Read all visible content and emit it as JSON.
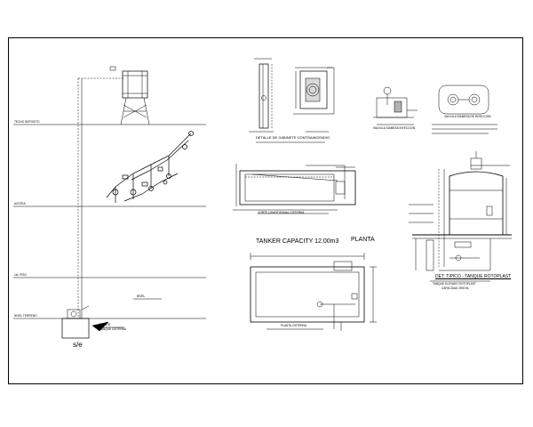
{
  "elevations": {
    "top": "TECHO DEPOSITO",
    "second": "AZOTEA",
    "third": "1er. PISO",
    "ground": "NIVEL TERRENO"
  },
  "side_label": "s/e",
  "ground_note": "NIVEL",
  "ground_callout_1": "PLANTA",
  "ground_callout_2": "TANQUE CISTERNA",
  "detalle_gabinete": {
    "title": "DETALLE DE GABINETE CONTRAINCENDIO"
  },
  "valve_detail": {
    "note_title": "VALVULA SIAMESA DE INYECCION",
    "side_label": "VALVULA SIAMESA INYECCION"
  },
  "tanker": {
    "title": "TANKER CAPACITY 12.00m3",
    "planta": "PLANTA",
    "section_label": "CORTE LONGITUDINAL CISTERNA",
    "plan_label": "PLANTA CISTERNA"
  },
  "rotoplast": {
    "title": "DET. TIPICO - TANQUE ROTOPLAST",
    "subtitle_1": "TANQUE ELEVADO ROTOPLAST",
    "subtitle_2": "CAPACIDAD 2500 lts"
  },
  "colors": {
    "ink": "#000000",
    "paper": "#ffffff"
  }
}
